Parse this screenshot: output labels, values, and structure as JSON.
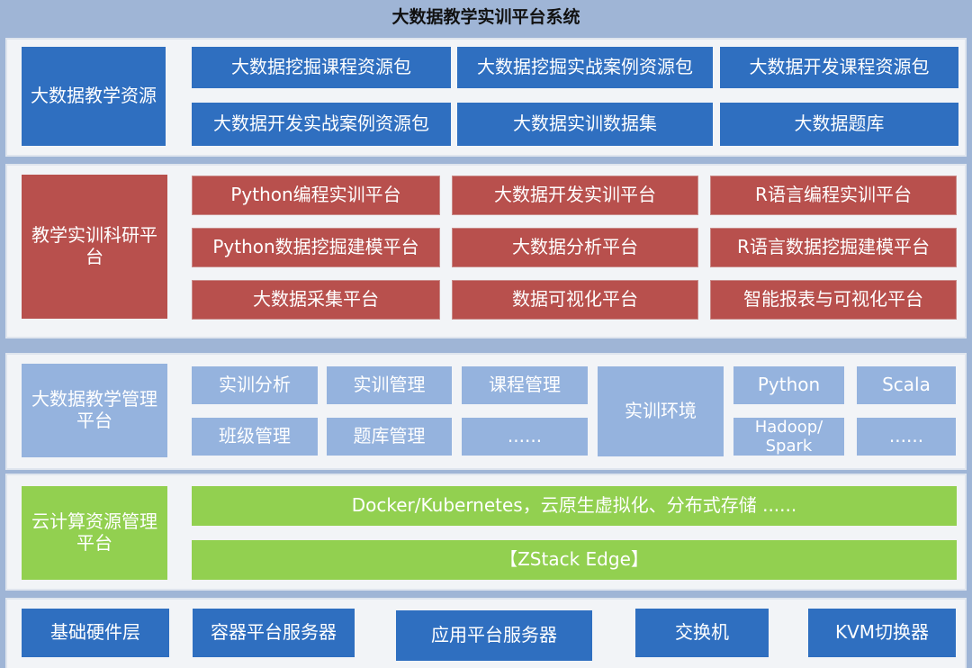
{
  "title": "大数据教学实训平台系统",
  "layers": {
    "resources": {
      "label": "大数据教学资源",
      "items": [
        "大数据挖掘课程资源包",
        "大数据挖掘实战案例资源包",
        "大数据开发课程资源包",
        "大数据开发实战案例资源包",
        "大数据实训数据集",
        "大数据题库"
      ]
    },
    "research": {
      "label": "教学实训科研平台",
      "items": [
        "Python编程实训平台",
        "大数据开发实训平台",
        "R语言编程实训平台",
        "Python数据挖掘建模平台",
        "大数据分析平台",
        "R语言数据挖掘建模平台",
        "大数据采集平台",
        "数据可视化平台",
        "智能报表与可视化平台"
      ]
    },
    "management": {
      "label": "大数据教学管理平台",
      "items": [
        "实训分析",
        "实训管理",
        "课程管理",
        "班级管理",
        "题库管理",
        "......"
      ],
      "env": "实训环境",
      "env_items": [
        "Python",
        "Scala",
        "Hadoop/\nSpark",
        "......"
      ]
    },
    "cloud": {
      "label": "云计算资源管理平台",
      "items": [
        "Docker/Kubernetes，云原生虚拟化、分布式存储 ......",
        "【ZStack Edge】"
      ]
    },
    "hardware": {
      "items": [
        "基础硬件层",
        "容器平台服务器",
        "应用平台服务器",
        "交换机",
        "KVM切换器"
      ]
    }
  },
  "colors": {
    "resources": "#2f6fc0",
    "research": "#b8504d",
    "management": "#95b3de",
    "cloud": "#92d050",
    "hardware": "#2f6fc0"
  }
}
